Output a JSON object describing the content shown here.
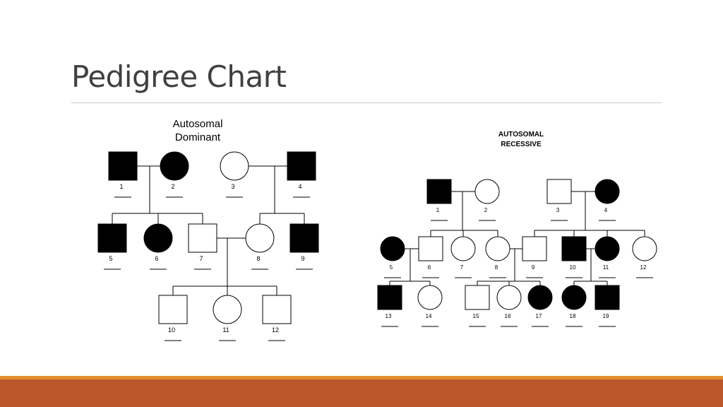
{
  "slide": {
    "title": "Pedigree Chart"
  },
  "pedigrees": [
    {
      "title_lines": [
        "Autosomal",
        "Dominant"
      ],
      "individuals": [
        {
          "id": "1",
          "sex": "male",
          "affected": true
        },
        {
          "id": "2",
          "sex": "female",
          "affected": true
        },
        {
          "id": "3",
          "sex": "female",
          "affected": false
        },
        {
          "id": "4",
          "sex": "male",
          "affected": true
        },
        {
          "id": "5",
          "sex": "male",
          "affected": true
        },
        {
          "id": "6",
          "sex": "female",
          "affected": true
        },
        {
          "id": "7",
          "sex": "male",
          "affected": false
        },
        {
          "id": "8",
          "sex": "female",
          "affected": false
        },
        {
          "id": "9",
          "sex": "male",
          "affected": true
        },
        {
          "id": "10",
          "sex": "male",
          "affected": false
        },
        {
          "id": "11",
          "sex": "female",
          "affected": false
        },
        {
          "id": "12",
          "sex": "male",
          "affected": false
        }
      ]
    },
    {
      "title_lines": [
        "AUTOSOMAL",
        "RECESSIVE"
      ],
      "individuals": [
        {
          "id": "1",
          "sex": "male",
          "affected": true
        },
        {
          "id": "2",
          "sex": "female",
          "affected": false
        },
        {
          "id": "3",
          "sex": "male",
          "affected": false
        },
        {
          "id": "4",
          "sex": "female",
          "affected": true
        },
        {
          "id": "5",
          "sex": "female",
          "affected": true
        },
        {
          "id": "6",
          "sex": "male",
          "affected": false
        },
        {
          "id": "7",
          "sex": "female",
          "affected": false
        },
        {
          "id": "8",
          "sex": "female",
          "affected": false
        },
        {
          "id": "9",
          "sex": "male",
          "affected": false
        },
        {
          "id": "10",
          "sex": "male",
          "affected": true
        },
        {
          "id": "11",
          "sex": "female",
          "affected": true
        },
        {
          "id": "12",
          "sex": "female",
          "affected": false
        },
        {
          "id": "13",
          "sex": "male",
          "affected": true
        },
        {
          "id": "14",
          "sex": "female",
          "affected": false
        },
        {
          "id": "15",
          "sex": "male",
          "affected": false
        },
        {
          "id": "16",
          "sex": "female",
          "affected": false
        },
        {
          "id": "17",
          "sex": "female",
          "affected": true
        },
        {
          "id": "18",
          "sex": "female",
          "affected": true
        },
        {
          "id": "19",
          "sex": "male",
          "affected": true
        }
      ]
    }
  ],
  "colors": {
    "title": "#404040",
    "footer_band": "#bb552a",
    "footer_stripe": "#e0902c"
  }
}
